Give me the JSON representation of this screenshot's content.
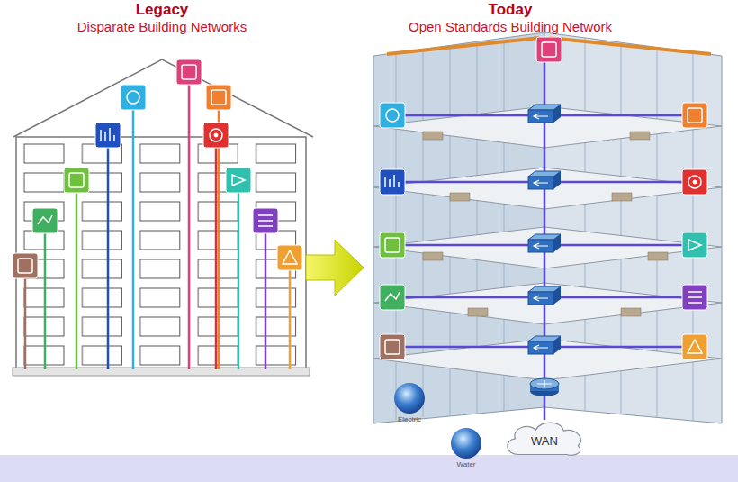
{
  "diagram": {
    "nodes": [
      {
        "text": [
          "WAN"
        ]
      }
    ],
    "labels": [
      "Legacy",
      "Disparate Building Networks",
      "Today",
      "Open Standards Building Network",
      "Electric",
      "Water"
    ]
  }
}
